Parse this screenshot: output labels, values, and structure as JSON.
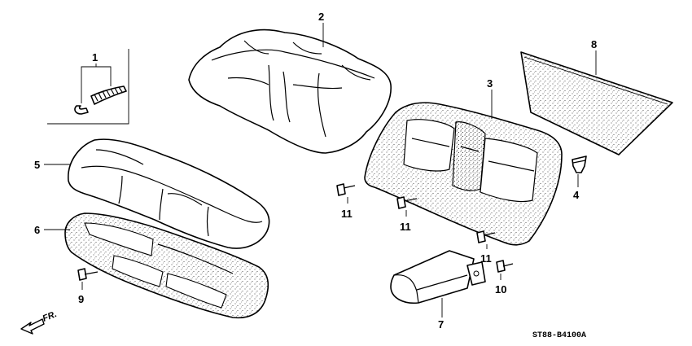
{
  "callouts": {
    "p1": "1",
    "p2": "2",
    "p3": "3",
    "p4": "4",
    "p5": "5",
    "p6": "6",
    "p7": "7",
    "p8": "8",
    "p9": "9",
    "p10": "10",
    "p11a": "11",
    "p11b": "11",
    "p11c": "11"
  },
  "direction_label": "FR.",
  "diagram_code": "ST88-B4100A"
}
